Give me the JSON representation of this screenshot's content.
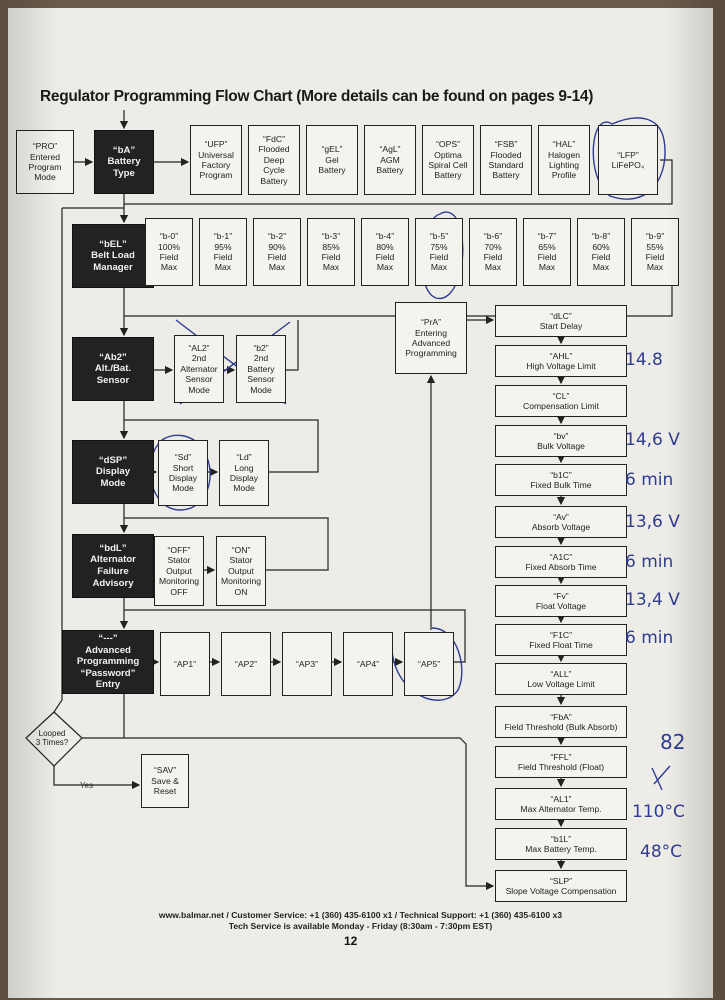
{
  "title": "Regulator Programming Flow Chart (More details can be found on pages 9-14)",
  "main_column": [
    {
      "code": "“PRO”",
      "label": "Entered\nProgram\nMode"
    },
    {
      "code": "“bA”",
      "label": "Battery\nType"
    },
    {
      "code": "“bEL”",
      "label": "Belt Load\nManager"
    },
    {
      "code": "“Ab2”",
      "label": "Alt./Bat.\nSensor"
    },
    {
      "code": "“dSP”",
      "label": "Display\nMode"
    },
    {
      "code": "“bdL”",
      "label": "Alternator\nFailure\nAdvisory"
    },
    {
      "code": "“---”",
      "label": "Advanced\nProgramming\n“Password”\nEntry"
    }
  ],
  "battery_types": [
    {
      "code": "“UFP”",
      "label": "Universal\nFactory\nProgram"
    },
    {
      "code": "“FdC”",
      "label": "Flooded\nDeep\nCycle\nBattery"
    },
    {
      "code": "“gEL”",
      "label": "Gel\nBattery"
    },
    {
      "code": "“AgL”",
      "label": "AGM\nBattery"
    },
    {
      "code": "“OPS”",
      "label": "Optima\nSpiral Cell\nBattery"
    },
    {
      "code": "“FSB”",
      "label": "Flooded\nStandard\nBattery"
    },
    {
      "code": "“HAL”",
      "label": "Halogen\nLighting\nProfile"
    },
    {
      "code": "“LFP”",
      "label": "LiFePO₄"
    }
  ],
  "belt_load": [
    {
      "code": "“b-0”",
      "label": "100%\nField\nMax"
    },
    {
      "code": "“b-1”",
      "label": "95%\nField\nMax"
    },
    {
      "code": "“b-2”",
      "label": "90%\nField\nMax"
    },
    {
      "code": "“b-3”",
      "label": "85%\nField\nMax"
    },
    {
      "code": "“b-4”",
      "label": "80%\nField\nMax"
    },
    {
      "code": "“b-5”",
      "label": "75%\nField\nMax"
    },
    {
      "code": "“b-6”",
      "label": "70%\nField\nMax"
    },
    {
      "code": "“b-7”",
      "label": "65%\nField\nMax"
    },
    {
      "code": "“b-8”",
      "label": "60%\nField\nMax"
    },
    {
      "code": "“b-9”",
      "label": "55%\nField\nMax"
    }
  ],
  "sensor": [
    {
      "code": "“AL2”",
      "label": "2nd\nAlternator\nSensor\nMode"
    },
    {
      "code": "“b2”",
      "label": "2nd\nBattery\nSensor\nMode"
    }
  ],
  "display": [
    {
      "code": "“Sd”",
      "label": "Short\nDisplay\nMode"
    },
    {
      "code": "“Ld”",
      "label": "Long\nDisplay\nMode"
    }
  ],
  "advisory": [
    {
      "code": "“OFF”",
      "label": "Stator\nOutput\nMonitoring\nOFF"
    },
    {
      "code": "“ON”",
      "label": "Stator\nOutput\nMonitoring\nON"
    }
  ],
  "passwords": [
    "“AP1”",
    "“AP2”",
    "“AP3”",
    "“AP4”",
    "“AP5”"
  ],
  "advanced_entry": {
    "code": "“PrA”",
    "label": "Entering\nAdvanced\nProgramming"
  },
  "advanced_settings": [
    {
      "code": "“dLC”",
      "label": "Start Delay"
    },
    {
      "code": "“AHL”",
      "label": "High Voltage Limit"
    },
    {
      "code": "“CL”",
      "label": "Compensation Limit"
    },
    {
      "code": "“bv”",
      "label": "Bulk Voltage"
    },
    {
      "code": "“b1C”",
      "label": "Fixed Bulk Time"
    },
    {
      "code": "“Av”",
      "label": "Absorb Voltage"
    },
    {
      "code": "“A1C”",
      "label": "Fixed Absorb Time"
    },
    {
      "code": "“Fv”",
      "label": "Float Voltage"
    },
    {
      "code": "“F1C”",
      "label": "Fixed Float Time"
    },
    {
      "code": "“ALL”",
      "label": "Low Voltage Limit"
    },
    {
      "code": "“FbA”",
      "label": "Field Threshold (Bulk Absorb)"
    },
    {
      "code": "“FFL”",
      "label": "Field Threshold (Float)"
    },
    {
      "code": "“AL1”",
      "label": "Max Alternator Temp."
    },
    {
      "code": "“b1L”",
      "label": "Max Battery Temp."
    },
    {
      "code": "“SLP”",
      "label": "Slope Voltage Compensation"
    }
  ],
  "decision": "Looped\n3 Times?",
  "yes_label": "Yes",
  "save": {
    "code": "“SAV”",
    "label": "Save &\nReset"
  },
  "handwritten": {
    "ahl": "14.8",
    "bv": "14,6 V",
    "b1c": "6 min",
    "av": "13,6 V",
    "a1c": "6 min",
    "fv": "13,4 V",
    "f1c": "6 min",
    "ffl": "82",
    "al1": "110°C",
    "b1l": "48°C"
  },
  "footer": {
    "line1_site": "www.balmar.net",
    "line1_rest": "  /  Customer Service: +1 (360) 435-6100 x1  /  Technical Support: +1 (360) 435-6100 x3",
    "line2": "Tech Service is available Monday - Friday (8:30am - 7:30pm EST)",
    "page": "12"
  }
}
